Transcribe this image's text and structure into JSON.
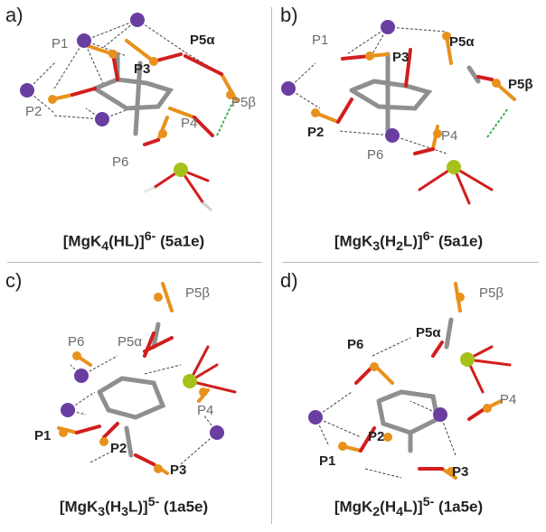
{
  "panels": [
    {
      "letter": "a)",
      "formula_main": "[MgK",
      "formula_sub1": "4",
      "formula_mid": "(HL)]",
      "formula_sup": "6-",
      "formula_tail": " (5a1e)",
      "labels": {
        "p1": "P1",
        "p2": "P2",
        "p3": "P3",
        "p4": "P4",
        "p5a": "P5α",
        "p5b": "P5β",
        "p6": "P6"
      }
    },
    {
      "letter": "b)",
      "formula_main": "[MgK",
      "formula_sub1": "3",
      "formula_mid": "(H",
      "formula_sub2": "2",
      "formula_end": "L)]",
      "formula_sup": "6-",
      "formula_tail": " (5a1e)",
      "labels": {
        "p1": "P1",
        "p2": "P2",
        "p3": "P3",
        "p4": "P4",
        "p5a": "P5α",
        "p5b": "P5β",
        "p6": "P6"
      }
    },
    {
      "letter": "c)",
      "formula_main": "[MgK",
      "formula_sub1": "3",
      "formula_mid": "(H",
      "formula_sub2": "3",
      "formula_end": "L)]",
      "formula_sup": "5-",
      "formula_tail": " (1a5e)",
      "labels": {
        "p1": "P1",
        "p2": "P2",
        "p3": "P3",
        "p4": "P4",
        "p5a": "P5α",
        "p5b": "P5β",
        "p6": "P6"
      }
    },
    {
      "letter": "d)",
      "formula_main": "[MgK",
      "formula_sub1": "2",
      "formula_mid": "(H",
      "formula_sub2": "4",
      "formula_end": "L)]",
      "formula_sup": "5-",
      "formula_tail": " (1a5e)",
      "labels": {
        "p1": "P1",
        "p2": "P2",
        "p3": "P3",
        "p4": "P4",
        "p5a": "P5α",
        "p5b": "P5β",
        "p6": "P6"
      }
    }
  ],
  "colors": {
    "phosphorus": "#e8911c",
    "oxygen": "#d21e1e",
    "carbon": "#8f8f8f",
    "hydrogen": "#e8e8e8",
    "potassium": "#6a3ea1",
    "magnesium": "#a6c21a",
    "hbond": "#3fb34f",
    "coordination": "#444444"
  }
}
